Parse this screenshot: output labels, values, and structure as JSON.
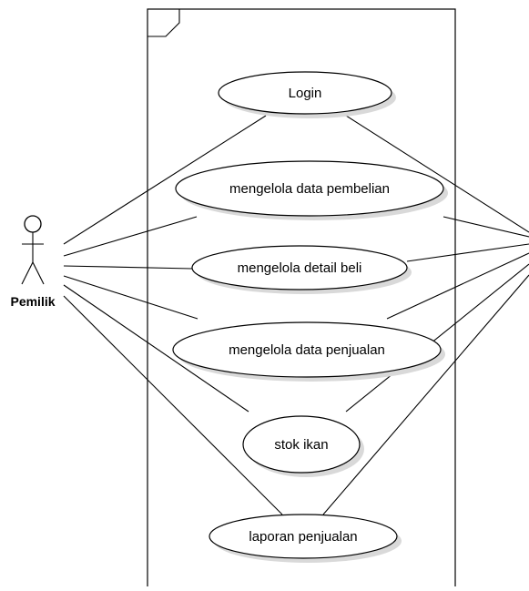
{
  "actors": [
    {
      "id": "pemilik",
      "label": "Pemilik"
    }
  ],
  "use_cases": [
    {
      "id": "login",
      "label": "Login"
    },
    {
      "id": "pembelian",
      "label": "mengelola data pembelian"
    },
    {
      "id": "detail-beli",
      "label": "mengelola detail beli"
    },
    {
      "id": "penjualan",
      "label": "mengelola data penjualan"
    },
    {
      "id": "stok-ikan",
      "label": "stok ikan"
    },
    {
      "id": "laporan",
      "label": "laporan penjualan"
    }
  ],
  "colors": {
    "line": "#000000",
    "background": "#ffffff",
    "shadow": "#d9d9d9"
  }
}
